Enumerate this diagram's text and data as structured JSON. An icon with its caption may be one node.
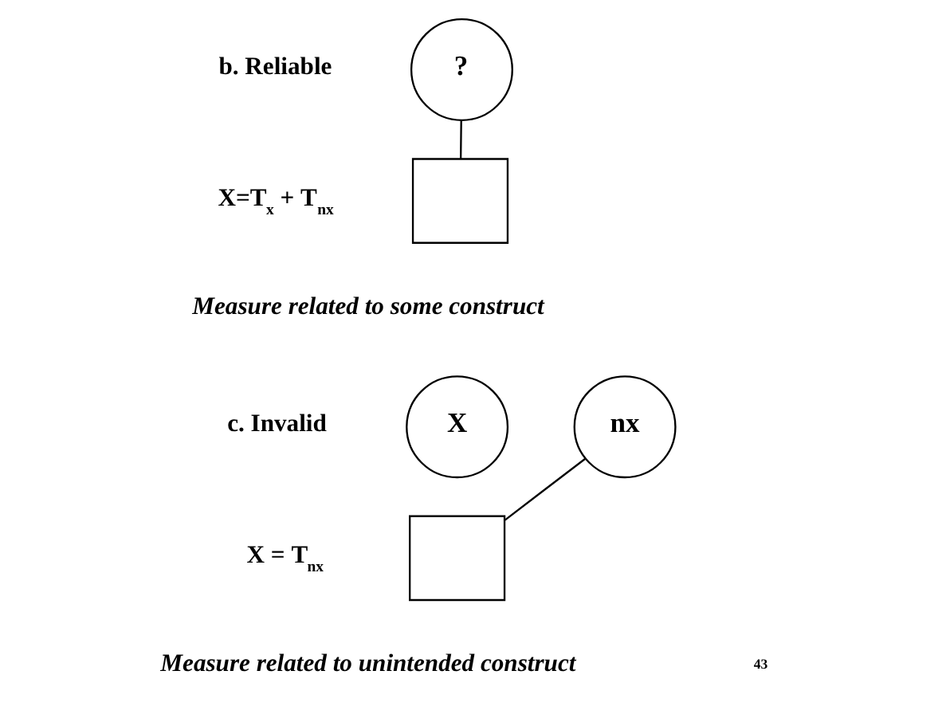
{
  "diagram": {
    "nodes": [
      {
        "text": [
          "?"
        ]
      },
      {
        "text": [],
        "shape": "box"
      },
      {
        "text": [
          "X"
        ]
      },
      {
        "text": [
          "nx"
        ]
      },
      {
        "text": [],
        "shape": "box"
      }
    ],
    "edges": [
      {
        "from": 0,
        "to": 1,
        "arrow": "none"
      },
      {
        "from": 3,
        "to": 4,
        "arrow": "none"
      }
    ],
    "labels": [
      "b. Reliable",
      "X=T$_{x}$ + T$_{nx}$",
      "Measure related to some construct",
      "c. Invalid",
      "X = T$_{nx}$",
      "Measure related to unintended construct",
      "43"
    ]
  }
}
